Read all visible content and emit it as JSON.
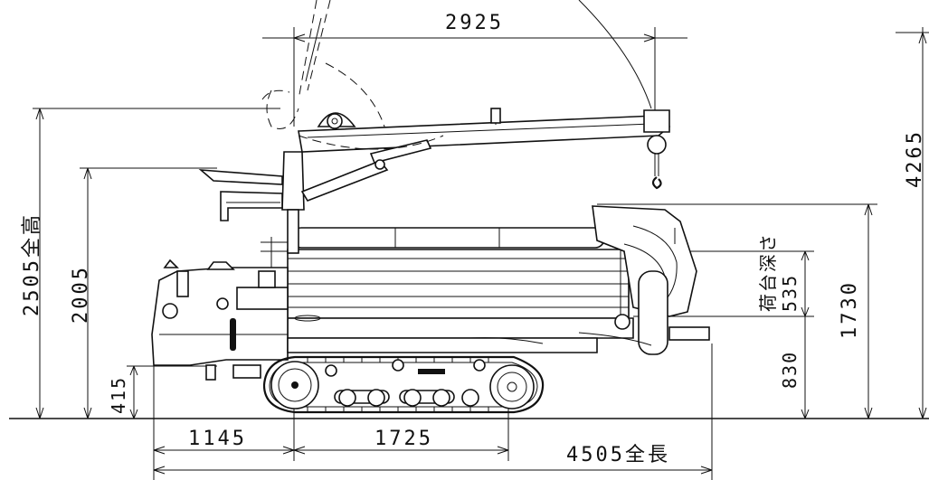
{
  "dimensions": {
    "crane_reach": "2925",
    "total_height": "2505全高",
    "machine_height": "2005",
    "ground_clearance": "415",
    "front_overhang": "1145",
    "track_center": "1725",
    "total_length": "4505全長",
    "max_lift_height": "4265",
    "bed_height": "1730",
    "bed_depth_label": "荷台深さ",
    "bed_depth": "535",
    "bed_floor_height": "830"
  }
}
